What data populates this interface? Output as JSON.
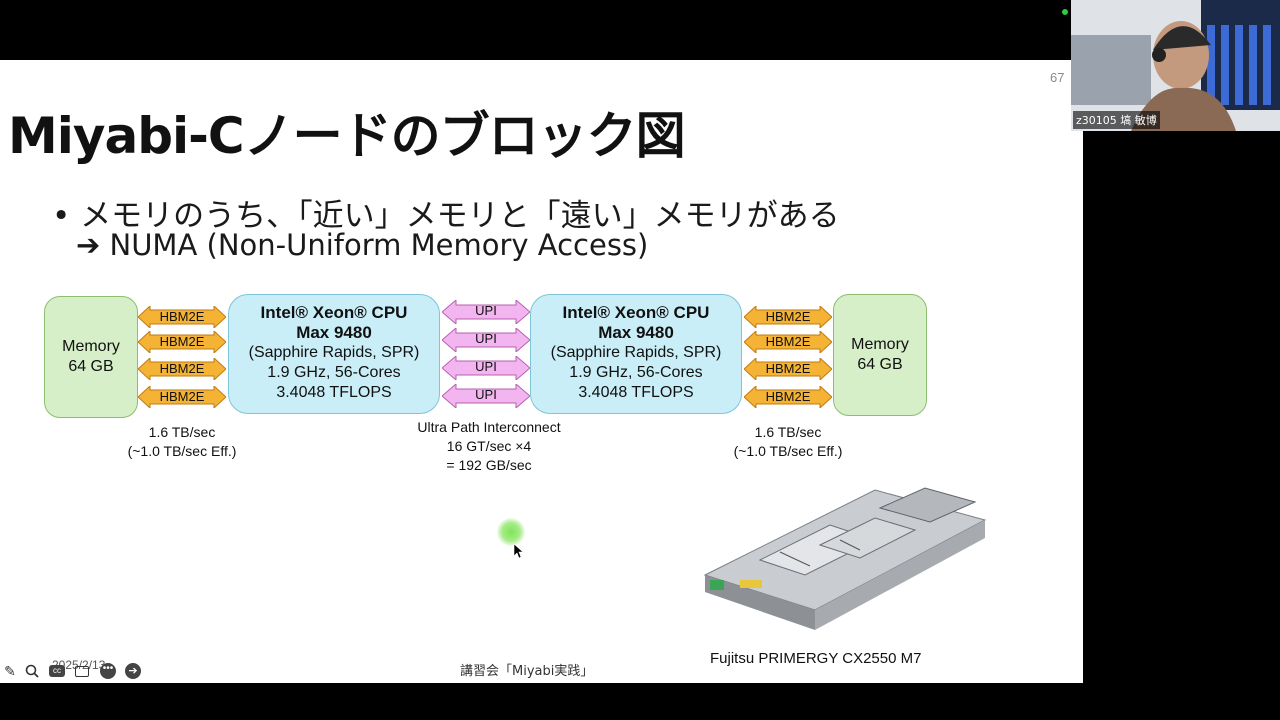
{
  "slide": {
    "page_number": "67",
    "title": "Miyabi-Cノードのブロック図",
    "bullet": "• メモリのうち、「近い」メモリと「遠い」メモリがある",
    "bullet2": "➔ NUMA (Non-Uniform Memory Access)",
    "memory_left": {
      "line1": "Memory",
      "line2": "64 GB"
    },
    "memory_right": {
      "line1": "Memory",
      "line2": "64 GB"
    },
    "cpu_left": {
      "name": "Intel® Xeon® CPU",
      "model": "Max 9480",
      "codename": "(Sapphire Rapids, SPR)",
      "spec": "1.9 GHz, 56-Cores",
      "flops": "3.4048 TFLOPS"
    },
    "cpu_right": {
      "name": "Intel® Xeon® CPU",
      "model": "Max 9480",
      "codename": "(Sapphire Rapids, SPR)",
      "spec": "1.9 GHz, 56-Cores",
      "flops": "3.4048 TFLOPS"
    },
    "hbm_label": "HBM2E",
    "upi_label": "UPI",
    "bw_left": {
      "line1": "1.6 TB/sec",
      "line2": "(~1.0 TB/sec Eff.)"
    },
    "bw_right": {
      "line1": "1.6 TB/sec",
      "line2": "(~1.0 TB/sec Eff.)"
    },
    "upi_note": {
      "line1": "Ultra Path Interconnect",
      "line2": "16 GT/sec ×4",
      "line3": "= 192 GB/sec"
    },
    "caption": "Fujitsu PRIMERGY CX2550 M7",
    "footer": "講習会「Miyabi実践」",
    "date": "2025/2/13"
  },
  "video": {
    "participant_name": "z30105 塙 敏博"
  },
  "colors": {
    "memory_fill": "#d6efc9",
    "cpu_fill": "#c9eef7",
    "hbm_arrow": "#f5b335",
    "upi_arrow": "#f3b5f0"
  }
}
